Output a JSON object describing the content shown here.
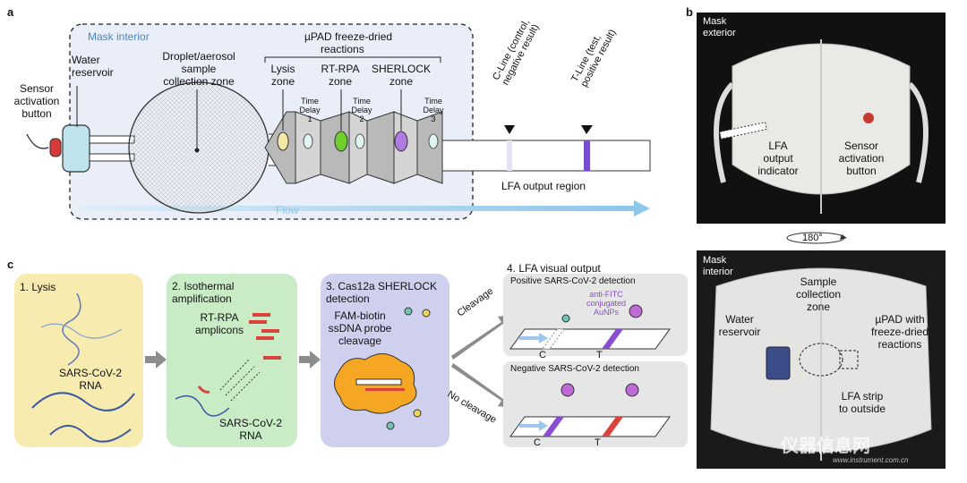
{
  "panel_a": {
    "letter": "a",
    "mask_interior": "Mask interior",
    "upad_title_1": "µPAD freeze-dried",
    "upad_title_2": "reactions",
    "sensor_activation": [
      "Sensor",
      "activation",
      "button"
    ],
    "water_reservoir": [
      "Water",
      "reservoir"
    ],
    "collection_zone": [
      "Droplet/aerosol",
      "sample",
      "collection zone"
    ],
    "lysis_zone": [
      "Lysis",
      "zone"
    ],
    "rtrpa_zone": [
      "RT-RPA",
      "zone"
    ],
    "sherlock_zone": [
      "SHERLOCK",
      "zone"
    ],
    "time_delay_1": [
      "Time",
      "Delay",
      "1"
    ],
    "time_delay_2": [
      "Time",
      "Delay",
      "2"
    ],
    "time_delay_3": [
      "Time",
      "Delay",
      "3"
    ],
    "c_line": [
      "C-Line (control,",
      "negative result)"
    ],
    "t_line": [
      "T-Line (test,",
      "positive result)"
    ],
    "lfa_output_region": "LFA output region",
    "flow": "Flow"
  },
  "panel_b": {
    "letter": "b",
    "mask_exterior": [
      "Mask",
      "exterior"
    ],
    "lfa_output_indicator": [
      "LFA",
      "output",
      "indicator"
    ],
    "sensor_activation": [
      "Sensor",
      "activation",
      "button"
    ],
    "rotation": "180°",
    "mask_interior": [
      "Mask",
      "interior"
    ],
    "sample_collection_zone": [
      "Sample",
      "collection",
      "zone"
    ],
    "water_reservoir": [
      "Water",
      "reservoir"
    ],
    "upad_with": [
      "µPAD with",
      "freeze-dried",
      "reactions"
    ],
    "lfa_strip": [
      "LFA strip",
      "to outside"
    ],
    "watermark": "仪器信息网",
    "watermark_url": "www.instrument.com.cn"
  },
  "panel_c": {
    "letter": "c",
    "step1_title": "1. Lysis",
    "step1_virus": [
      "SARS-CoV-2",
      "RNA"
    ],
    "step2_title": [
      "2. Isothermal",
      "amplification"
    ],
    "step2_amplicons": [
      "RT-RPA",
      "amplicons"
    ],
    "step2_virus": [
      "SARS-CoV-2",
      "RNA"
    ],
    "step3_title": [
      "3. Cas12a SHERLOCK",
      "detection"
    ],
    "step3_probe": [
      "FAM-biotin",
      "ssDNA probe",
      "cleavage"
    ],
    "step4_title": "4. LFA visual output",
    "cleavage": "Cleavage",
    "no_cleavage": "No cleavage",
    "positive_title": "Positive SARS-CoV-2 detection",
    "negative_title": "Negative SARS-CoV-2 detection",
    "anti_fitc": [
      "anti-FITC",
      "conjugated",
      "AuNPs"
    ],
    "c": "C",
    "t": "T"
  },
  "colors": {
    "panel_a_bg": "#e9eef8",
    "flow_blue": "#a9d3ec",
    "lysis": "#f7ebb0",
    "isothermal": "#c9ebc6",
    "sherlock": "#cfd0ee",
    "lfa": "#e6e6e6",
    "purple": "#8a4fd0",
    "red": "#d9433c"
  }
}
